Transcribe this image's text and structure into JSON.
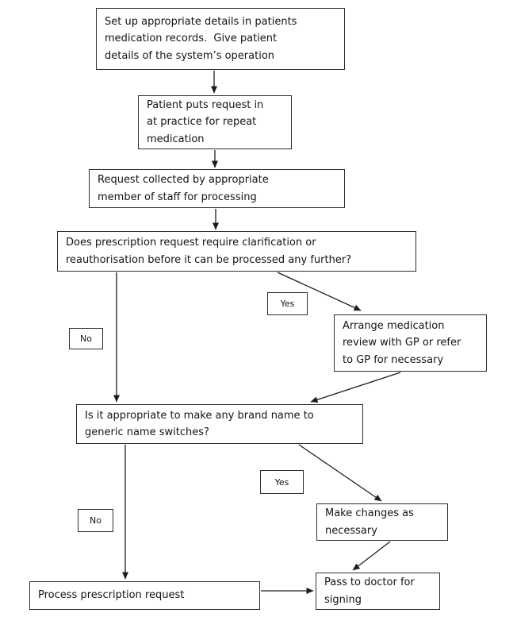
{
  "diagram": {
    "title": "Repeat medication prescription process flowchart",
    "nodes": {
      "setup": {
        "text": "Set up appropriate details in patients\nmedication records.  Give patient\ndetails of the system’s operation"
      },
      "patient_request": {
        "text": "Patient puts request in\nat practice for repeat\nmedication"
      },
      "request_collected": {
        "text": "Request collected by appropriate\nmember of staff for processing"
      },
      "clarification": {
        "text": "Does prescription request require clarification or\nreauthorisation before it can be processed any further?"
      },
      "arrange_review": {
        "text": "Arrange medication\nreview with GP or refer\nto GP for necessary"
      },
      "brand_generic": {
        "text": "Is it appropriate to make any brand name to\ngeneric name switches?"
      },
      "make_changes": {
        "text": "Make changes as\nnecessary"
      },
      "process_request": {
        "text": "Process prescription request"
      },
      "pass_to_doctor": {
        "text": "Pass to doctor for\nsigning"
      }
    },
    "labels": {
      "yes_clarification": "Yes",
      "no_clarification": "No",
      "yes_brand": "Yes",
      "no_brand": "No"
    },
    "colors": {
      "line": "#1c1c1c",
      "border": "#2e2e2e",
      "background": "#ffffff",
      "text": "#141414"
    }
  }
}
